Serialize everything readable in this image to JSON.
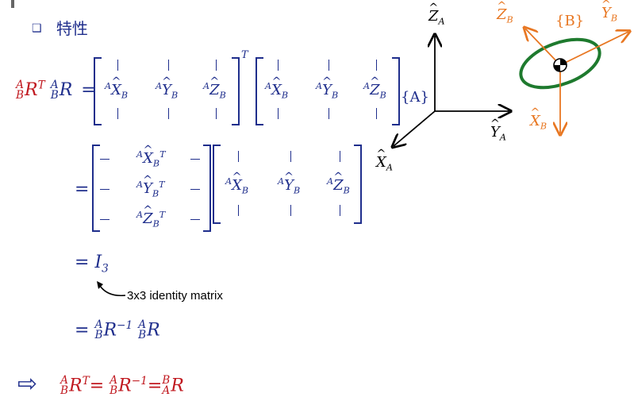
{
  "heading": {
    "bullet": "❑",
    "title": "特性"
  },
  "frames": {
    "A_label": "{A}",
    "B_label": "{B}"
  },
  "axes_A": {
    "z": "Z",
    "y": "Y",
    "x": "X",
    "sub": "A"
  },
  "axes_B": {
    "z": "Z",
    "y": "Y",
    "x": "X",
    "sub": "B"
  },
  "equation": {
    "T": "T",
    "eq": "=",
    "I3": "I",
    "I3_sub": "3",
    "inv": "−1"
  },
  "annotation": "3x3 identity matrix",
  "arrow_glyph": "⇨",
  "colors": {
    "blue": "#1f2e8c",
    "red": "#c0181f",
    "orange": "#e87722",
    "green": "#1e7a2e"
  }
}
